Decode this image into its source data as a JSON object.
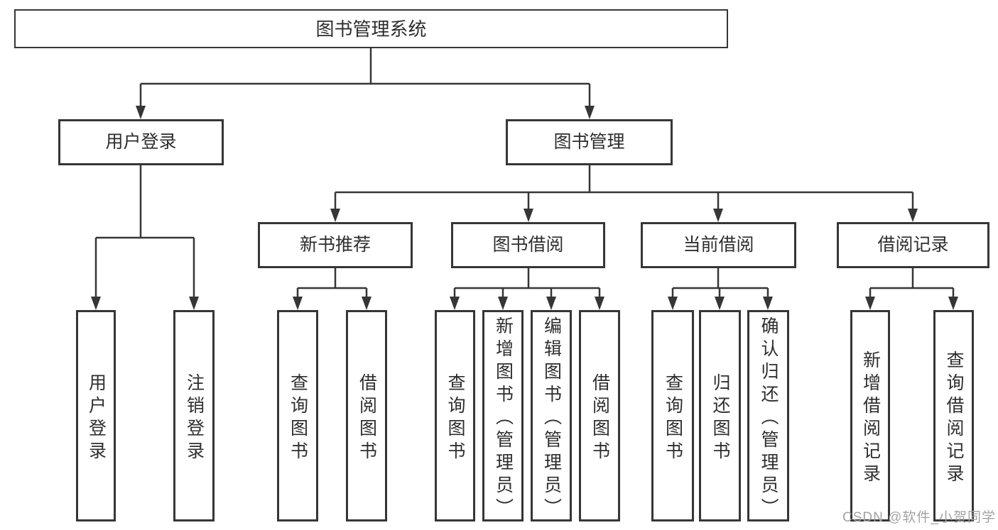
{
  "tree": {
    "root": {
      "label": "图书管理系统",
      "children": [
        {
          "label": "用户登录",
          "children": [
            {
              "label": "用户登录"
            },
            {
              "label": "注销登录"
            }
          ]
        },
        {
          "label": "图书管理",
          "children": [
            {
              "label": "新书推荐",
              "children": [
                {
                  "label": "查询图书"
                },
                {
                  "label": "借阅图书"
                }
              ]
            },
            {
              "label": "图书借阅",
              "children": [
                {
                  "label": "查询图书"
                },
                {
                  "label": "新增图书（管理员）"
                },
                {
                  "label": "编辑图书（管理员）"
                },
                {
                  "label": "借阅图书"
                }
              ]
            },
            {
              "label": "当前借阅",
              "children": [
                {
                  "label": "查询图书"
                },
                {
                  "label": "归还图书"
                },
                {
                  "label": "确认归还（管理员）"
                }
              ]
            },
            {
              "label": "借阅记录",
              "children": [
                {
                  "label": "新增借阅记录"
                },
                {
                  "label": "查询借阅记录"
                }
              ]
            }
          ]
        }
      ]
    }
  },
  "watermark": {
    "text": "CSDN @软件_小贺同学"
  },
  "colors": {
    "line": "#363636",
    "text": "#2e2e2e",
    "background": "#ffffff",
    "watermark": "#a3a3a3"
  }
}
